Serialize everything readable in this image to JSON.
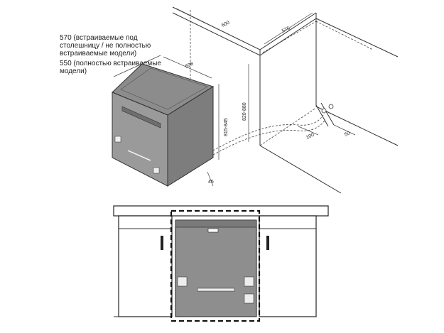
{
  "notes": {
    "partial_height": "570 (встраиваемые под\nстолешницу /  не полностью\nвстраиваемые  модели)",
    "full_height": "550 (полностью встраиваемые\nмодели)"
  },
  "dimensions": {
    "cabinet_width": "600",
    "cabinet_depth": "575",
    "appliance_width": "598",
    "appliance_height": "815-845",
    "opening_height": "820-880",
    "offset_45": "45",
    "pipe_100": "100",
    "pipe_50": "50"
  }
}
